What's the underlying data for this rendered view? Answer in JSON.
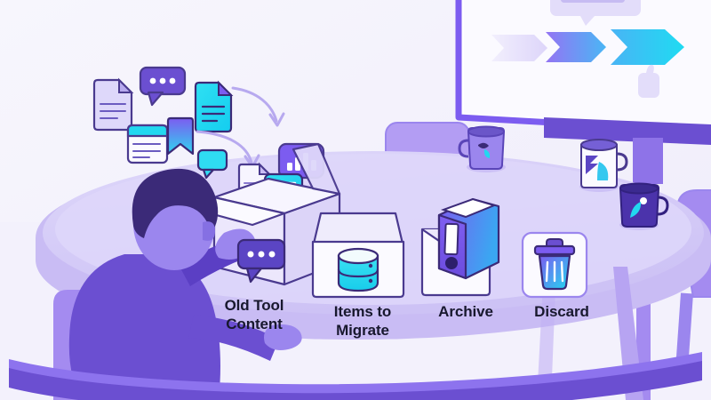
{
  "scene": {
    "title": "Content migration workshop illustration",
    "background_color": "#f5f4fc"
  },
  "palette": {
    "background": "#f5f4fc",
    "table_top": "#d9d2f7",
    "table_surface_light": "#efecfb",
    "chair_light": "#a48bf0",
    "person_shirt": "#6b4fd1",
    "person_hair": "#3b2a78",
    "person_skin": "#9b86ee",
    "outline": "#4a3a8f",
    "accent_purple": "#7c5cf0",
    "accent_blue": "#4f7ff0",
    "accent_cyan": "#22d8f0",
    "text_dark": "#18182e",
    "card_white": "#fbfaff",
    "monitor_frame": "#7c5cf0"
  },
  "labels": {
    "old_tool_content": "Old Tool\nContent",
    "items_to_migrate": "Items to\nMigrate",
    "archive": "Archive",
    "discard": "Discard"
  },
  "floating_icons": [
    {
      "name": "document-icon",
      "color": "#ded8fa"
    },
    {
      "name": "chat-bubble-dots-icon",
      "color": "#6b4fd1"
    },
    {
      "name": "document-cyan-icon",
      "color": "#22d8f0"
    },
    {
      "name": "browser-window-icon",
      "color": "#ffffff"
    },
    {
      "name": "bookmark-icon",
      "color": "#7c5cf0"
    },
    {
      "name": "chat-bubble-small-icon",
      "color": "#22d8f0"
    },
    {
      "name": "curved-arrow-icon",
      "color": "#b7a9ef"
    },
    {
      "name": "curved-arrow-icon",
      "color": "#b7a9ef"
    }
  ],
  "box_contents": [
    {
      "name": "document-icon",
      "color": "#f4f2fd"
    },
    {
      "name": "trending-up-card-icon",
      "color": "#22d8f0"
    },
    {
      "name": "bar-chart-bubble-icon",
      "color": "#7c5cf0"
    }
  ],
  "destinations": [
    {
      "key": "items",
      "icon": "database-tray-icon",
      "label": "Items to\nMigrate"
    },
    {
      "key": "archive",
      "icon": "binder-folder-icon",
      "label": "Archive"
    },
    {
      "key": "discard",
      "icon": "trash-bin-icon",
      "label": "Discard"
    }
  ],
  "screen": {
    "arrows": [
      {
        "name": "chevron-arrow-1",
        "from": "#e6e1fb",
        "to": "#ded7fa"
      },
      {
        "name": "chevron-arrow-2",
        "from": "#8d6cf2",
        "to": "#4ab6f5"
      },
      {
        "name": "chevron-arrow-3",
        "from": "#49b4f5",
        "to": "#22d8f0"
      }
    ],
    "bubble": {
      "name": "speech-bubble-icon"
    },
    "thumbs_up": {
      "name": "thumbs-up-icon"
    }
  },
  "mugs": [
    {
      "name": "mug-light-purple",
      "body": "#9b86ee"
    },
    {
      "name": "mug-white",
      "body": "#fbfaff"
    },
    {
      "name": "mug-dark-purple",
      "body": "#4b33ab"
    }
  ],
  "person": {
    "name": "person-seated",
    "holding": "chat-bubble-dots-icon"
  }
}
